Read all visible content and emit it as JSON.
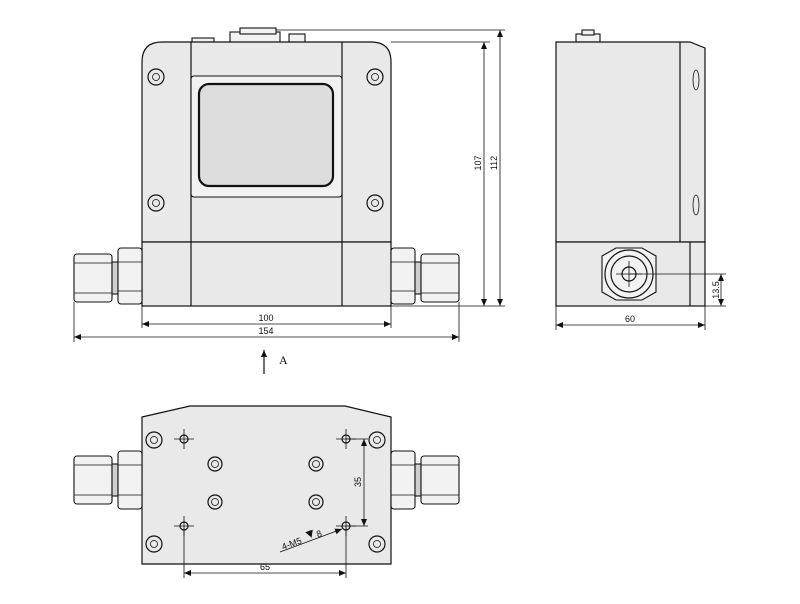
{
  "dimensions": {
    "width_100": "100",
    "width_154": "154",
    "height_107": "107",
    "height_112": "112",
    "side_depth_60": "60",
    "side_offset_13_5": "13.5",
    "hole_spacing_35": "35",
    "hole_spacing_65": "65"
  },
  "view_label": "A",
  "thread_callout": "4-M5",
  "thread_depth": "8"
}
